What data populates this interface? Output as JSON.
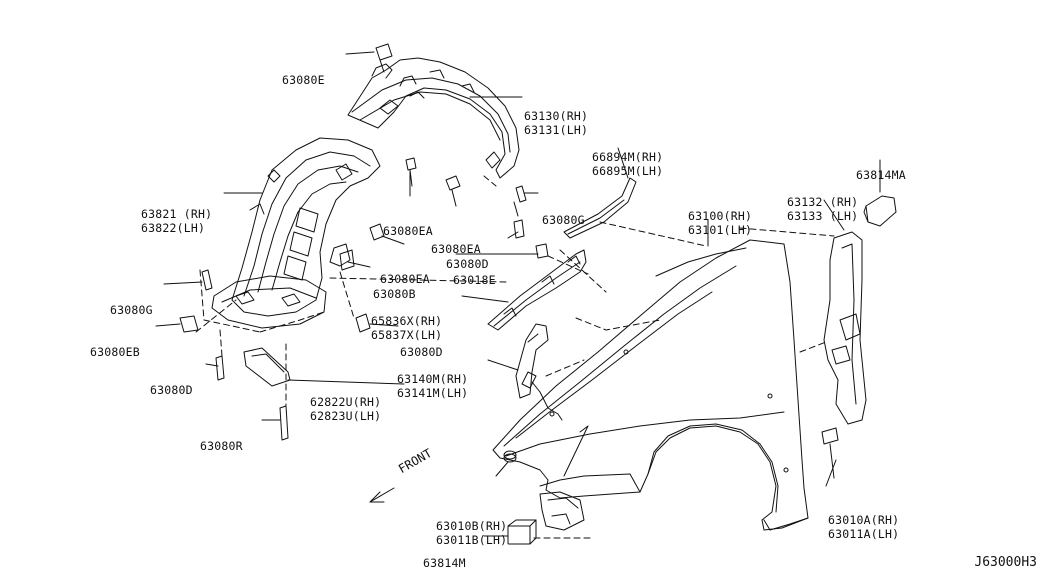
{
  "diagram_code": "J63000H3",
  "direction_label": "FRONT",
  "part_labels": {
    "p63080E": [
      "63080E"
    ],
    "p63130": [
      "63130(RH)",
      "63131(LH)"
    ],
    "p63821": [
      "63821 (RH)",
      "63822(LH)"
    ],
    "p66894": [
      "66894M(RH)",
      "66895M(LH)"
    ],
    "p63814MA": [
      "63814MA"
    ],
    "p63080G_top": [
      "63080G"
    ],
    "p63080EA_a": [
      "63080EA"
    ],
    "p63080EA_b": [
      "63080EA"
    ],
    "p63080D_mid": [
      "63080D"
    ],
    "p63080EA_c": [
      "63080EA"
    ],
    "p63018E": [
      "63018E"
    ],
    "p63100": [
      "63100(RH)",
      "63101(LH)"
    ],
    "p63132": [
      "63132 (RH)",
      "63133 (LH)"
    ],
    "p63080B": [
      "63080B"
    ],
    "p63080G_left": [
      "63080G"
    ],
    "p65836": [
      "65836X(RH)",
      "65837X(LH)"
    ],
    "p63080EB": [
      "63080EB"
    ],
    "p63080D_right": [
      "63080D"
    ],
    "p63140": [
      "63140M(RH)",
      "63141M(LH)"
    ],
    "p63080D_left": [
      "63080D"
    ],
    "p62822": [
      "62822U(RH)",
      "62823U(LH)"
    ],
    "p63080R": [
      "63080R"
    ],
    "p63010B": [
      "63010B(RH)",
      "63011B(LH)"
    ],
    "p63010A": [
      "63010A(RH)",
      "63011A(LH)"
    ],
    "p63814M": [
      "63814M"
    ]
  }
}
